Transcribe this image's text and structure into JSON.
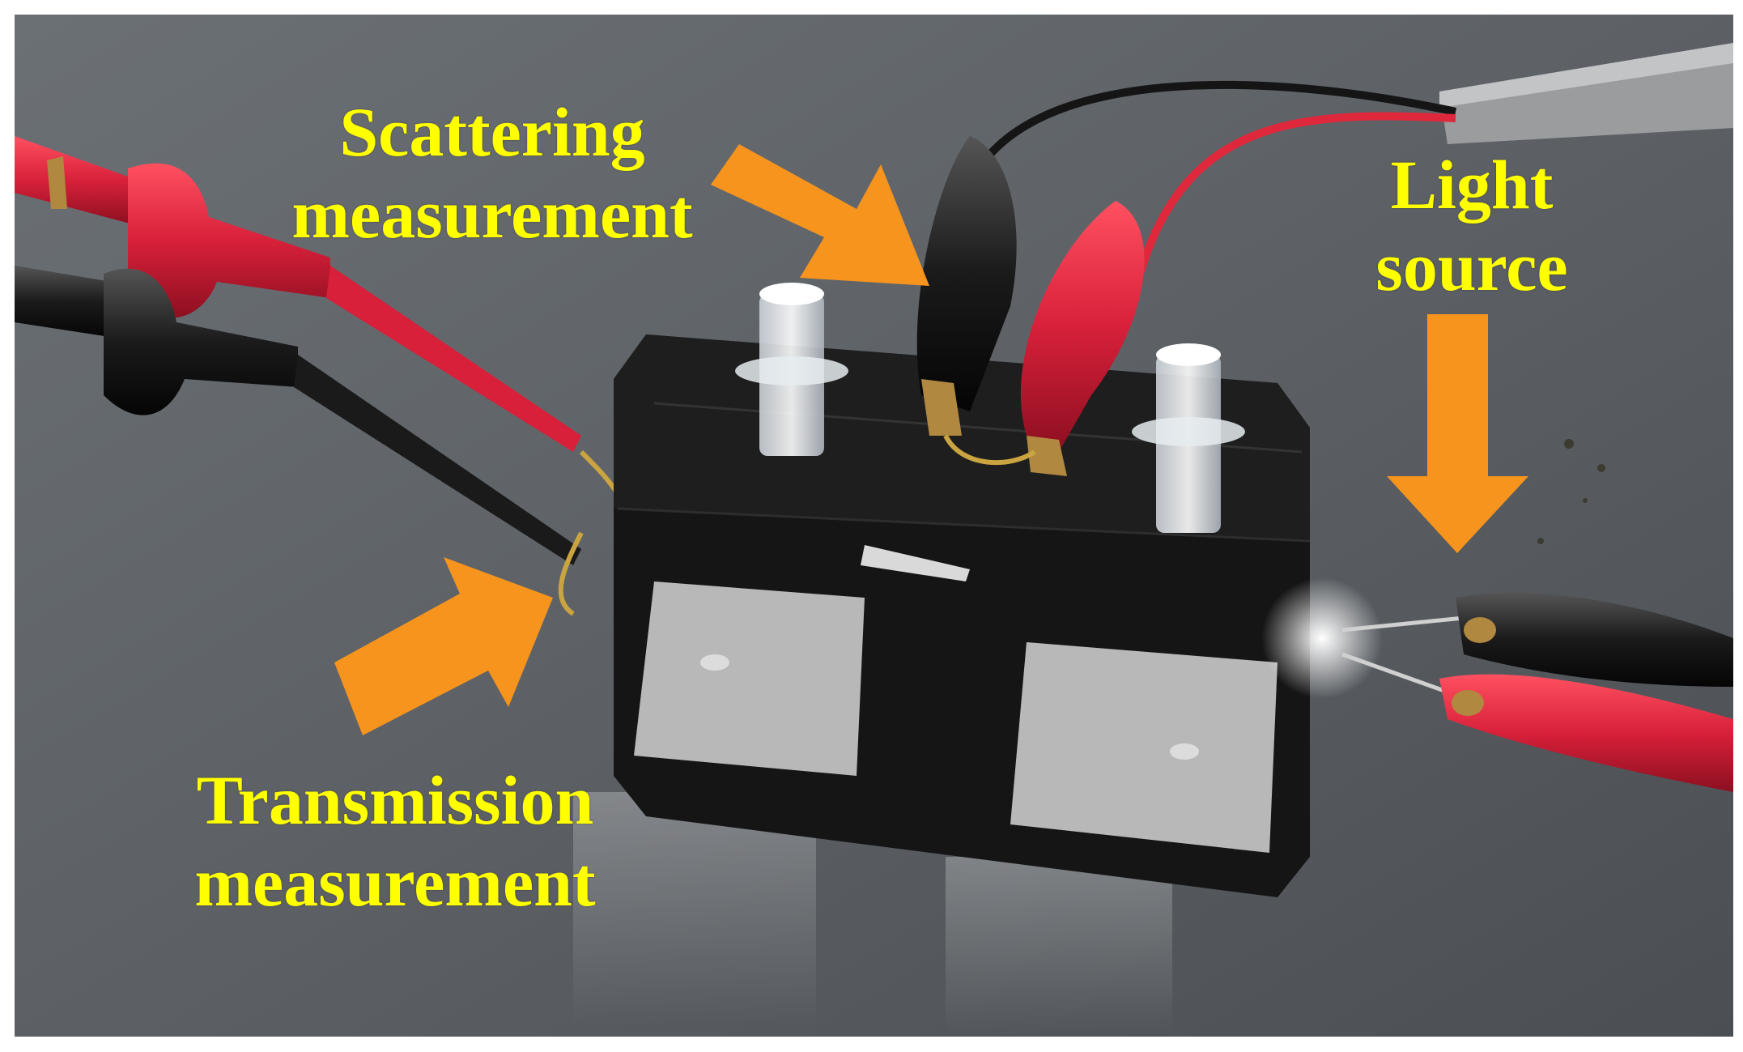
{
  "labels": {
    "scattering": {
      "line1": "Scattering",
      "line2": "measurement"
    },
    "light_source": {
      "line1": "Light",
      "line2": "source"
    },
    "transmission": {
      "line1": "Transmission",
      "line2": "measurement"
    }
  },
  "colors": {
    "label_text": "#ffff00",
    "arrow": "#f7941d",
    "background": "#5d6166",
    "device_body": "#151515",
    "probe_red": "#d8203a",
    "probe_black": "#1a1a1a",
    "window_panel": "#b8b8b8"
  },
  "icons": [
    "arrow-icon",
    "led-icon",
    "alligator-clip-icon",
    "probe-icon"
  ]
}
